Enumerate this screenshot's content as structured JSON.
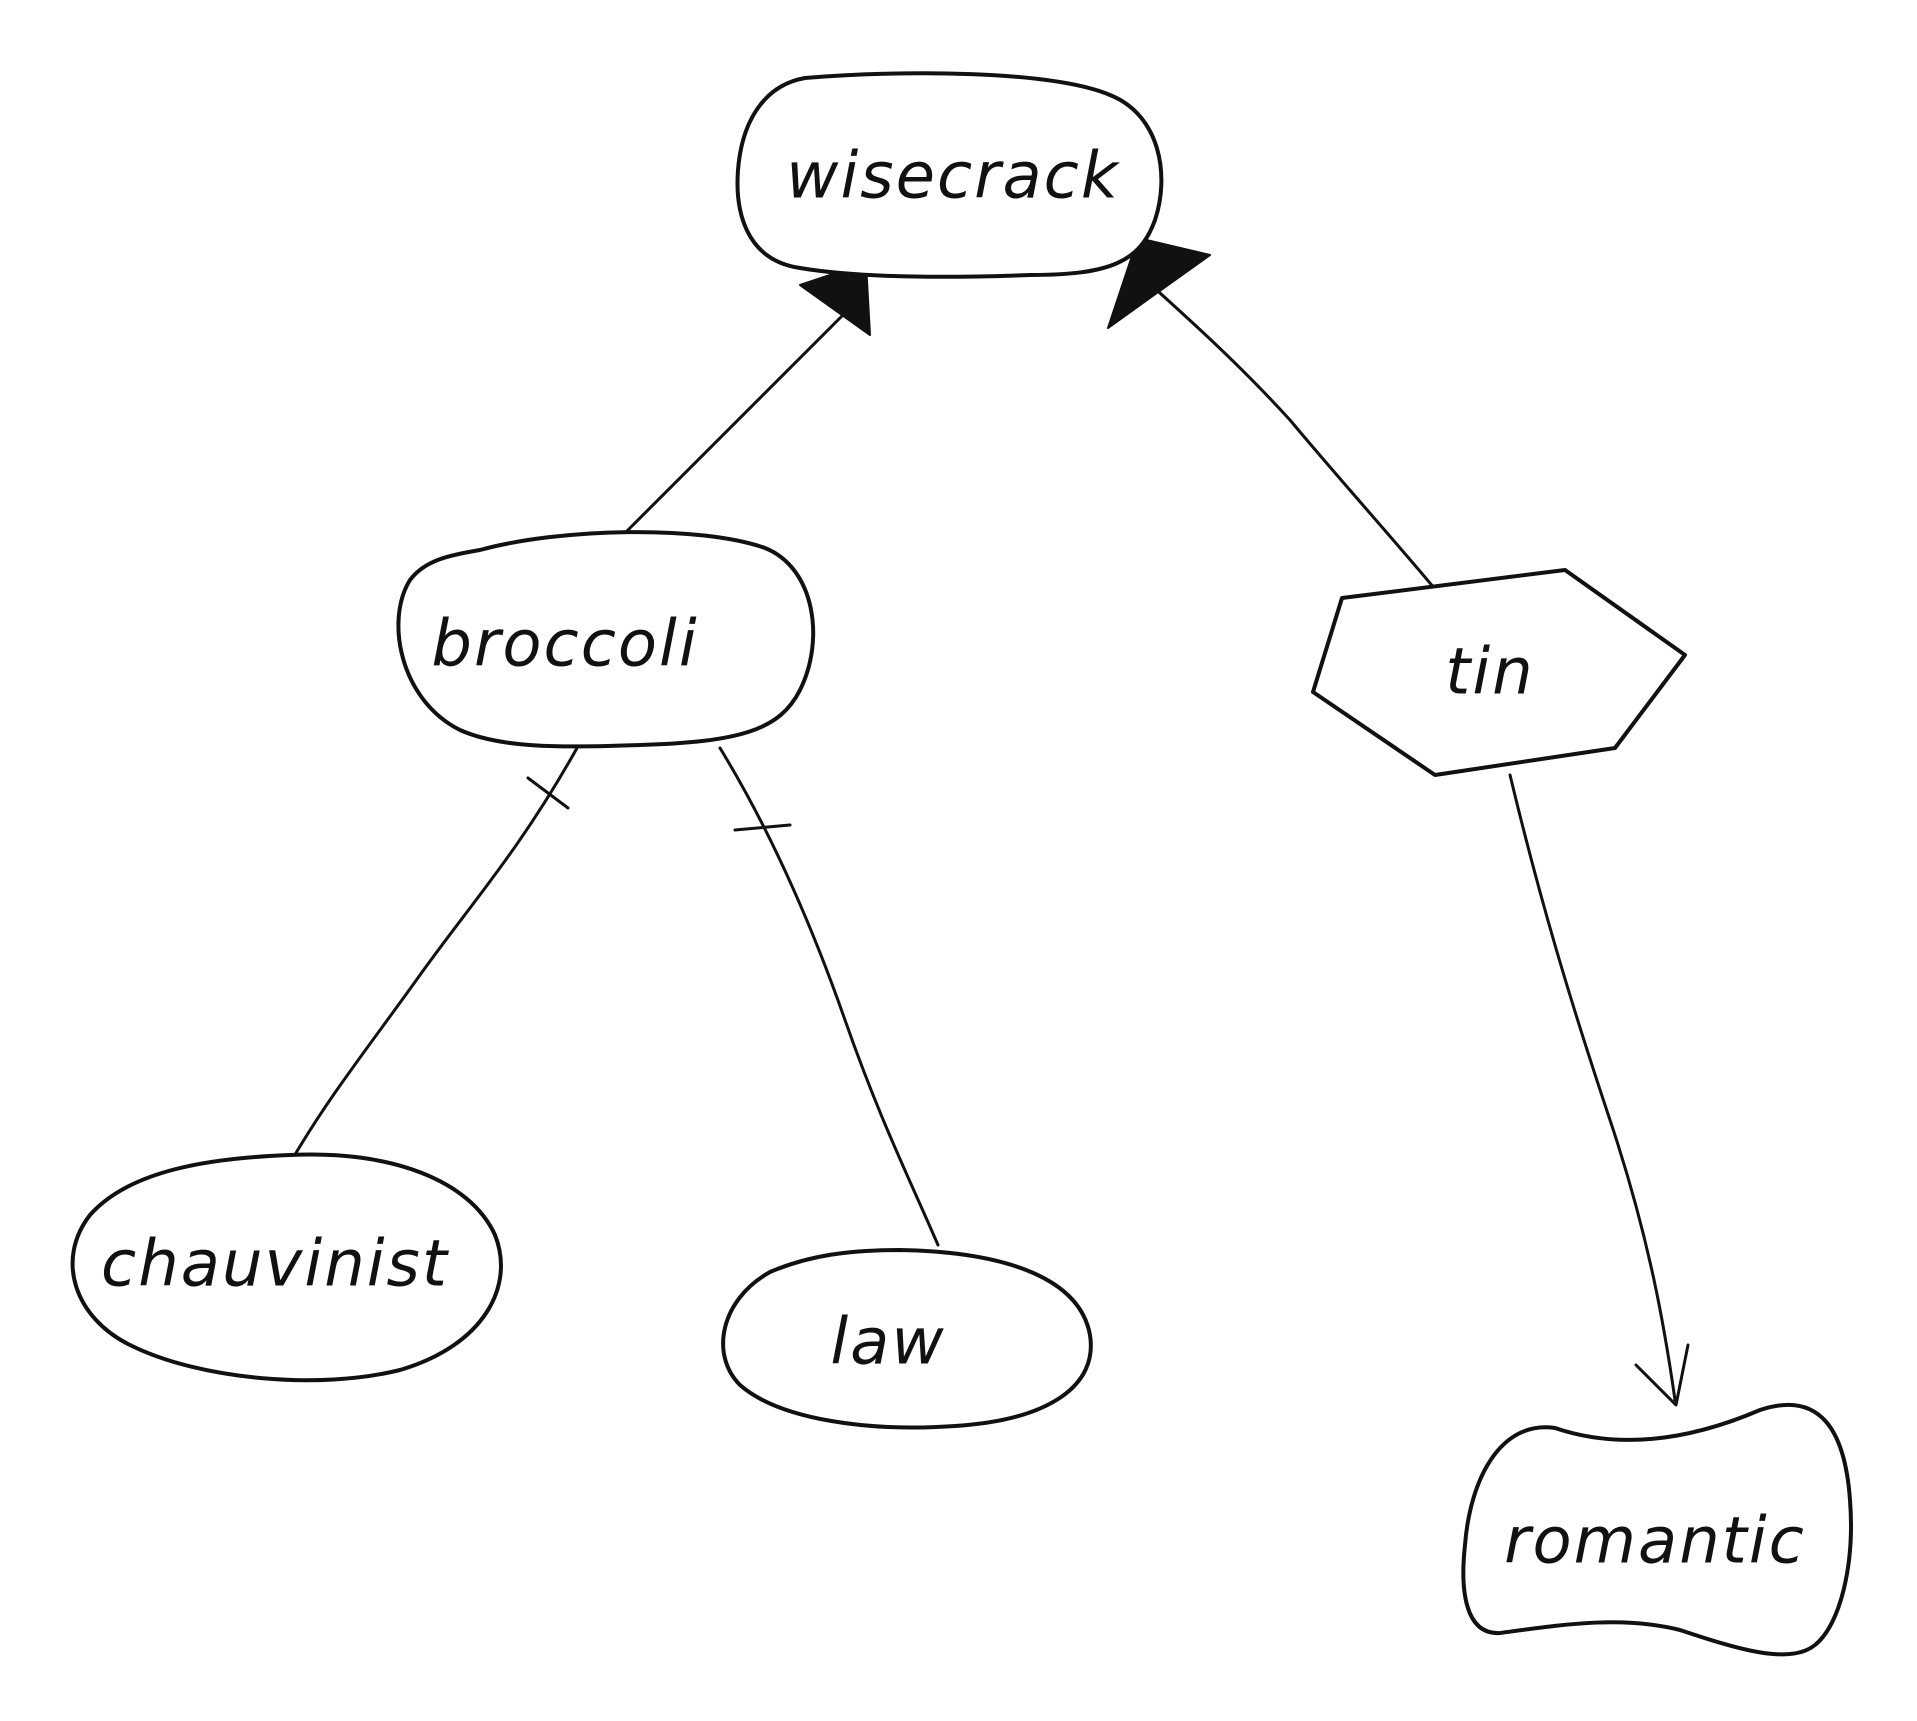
{
  "nodes": {
    "wisecrack": {
      "label": "wisecrack",
      "shape": "rounded-rectangle"
    },
    "broccoli": {
      "label": "broccoli",
      "shape": "rounded-rectangle"
    },
    "tin": {
      "label": "tin",
      "shape": "hexagon"
    },
    "chauvinist": {
      "label": "chauvinist",
      "shape": "ellipse"
    },
    "law": {
      "label": "law",
      "shape": "ellipse"
    },
    "romantic": {
      "label": "romantic",
      "shape": "wavy-blob"
    }
  },
  "edges": [
    {
      "from": "broccoli",
      "to": "wisecrack",
      "head": "filled-triangle"
    },
    {
      "from": "tin",
      "to": "wisecrack",
      "head": "filled-triangle"
    },
    {
      "from": "broccoli",
      "to": "chauvinist",
      "head": "none",
      "tail": "tick"
    },
    {
      "from": "broccoli",
      "to": "law",
      "head": "none",
      "tail": "tick"
    },
    {
      "from": "tin",
      "to": "romantic",
      "head": "open-arrow"
    }
  ],
  "colors": {
    "stroke": "#111111",
    "background": "#ffffff"
  }
}
